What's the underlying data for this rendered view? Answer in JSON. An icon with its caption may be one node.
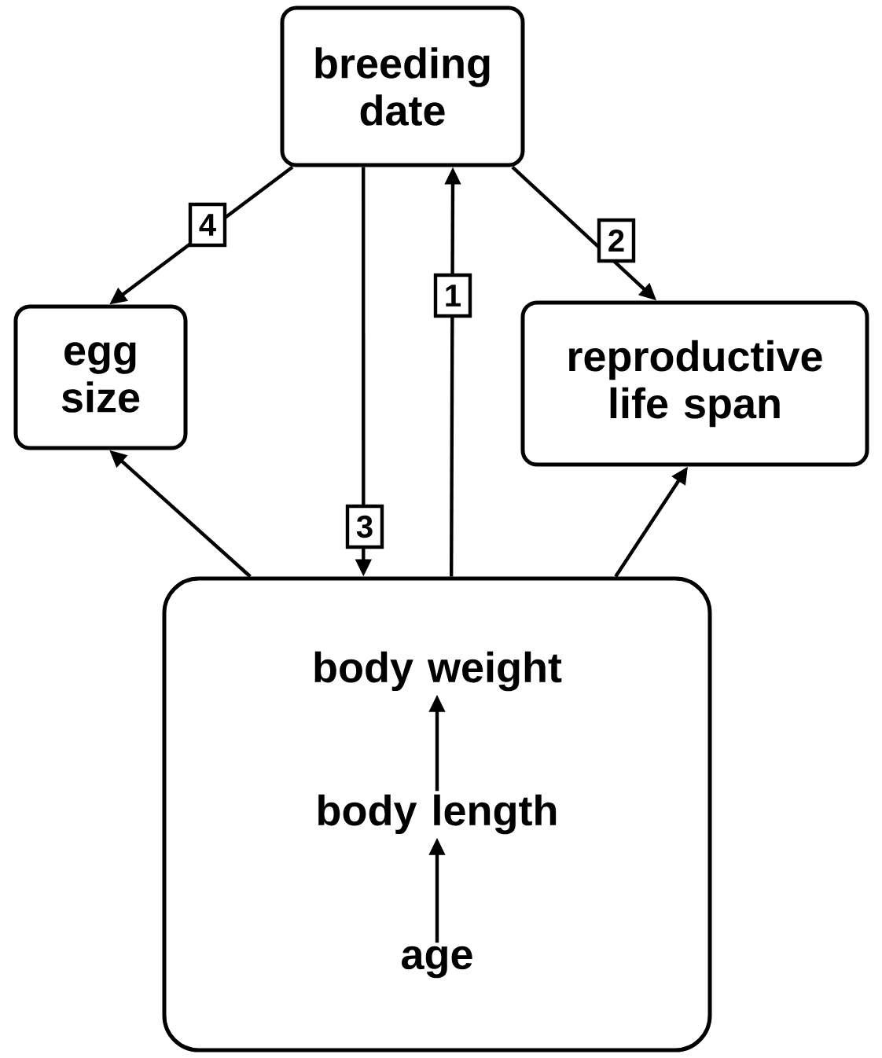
{
  "diagram": {
    "nodes": [
      {
        "text": [
          "breeding date"
        ]
      },
      {
        "text": [
          "egg size"
        ]
      },
      {
        "text": [
          "reproductive life span"
        ]
      },
      {
        "text": [],
        "shape": "box"
      },
      {
        "text": [
          "body weight"
        ],
        "in": 3
      },
      {
        "text": [
          "body length"
        ],
        "in": 3
      },
      {
        "text": [
          "age"
        ],
        "in": 3
      }
    ],
    "edges": [
      {
        "from": 0,
        "to": 1,
        "arrow": "to",
        "label": "4"
      },
      {
        "from": 0,
        "to": 2,
        "arrow": "to",
        "label": "2"
      },
      {
        "from": 0,
        "to": 3,
        "arrow": "to",
        "label": "3"
      },
      {
        "from": 3,
        "to": 0,
        "arrow": "to",
        "label": "1"
      },
      {
        "from": 3,
        "to": 1,
        "arrow": "to"
      },
      {
        "from": 3,
        "to": 2,
        "arrow": "to"
      },
      {
        "from": 6,
        "to": 5,
        "arrow": "to"
      },
      {
        "from": 5,
        "to": 4,
        "arrow": "to"
      }
    ]
  }
}
